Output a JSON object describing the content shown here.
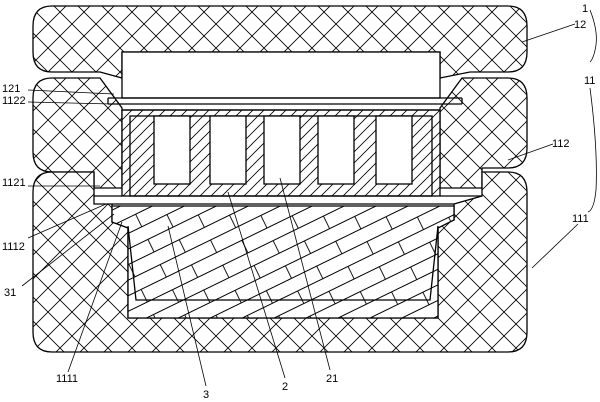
{
  "labels": {
    "l1": "1",
    "l11": "11",
    "l12": "12",
    "l112": "112",
    "l111": "111",
    "l121": "121",
    "l1122": "1122",
    "l1121": "1121",
    "l1112": "1112",
    "l31": "31",
    "l1111": "1111",
    "l3": "3",
    "l2": "2",
    "l21": "21"
  },
  "colors": {
    "line": "#000000",
    "background": "#ffffff"
  }
}
